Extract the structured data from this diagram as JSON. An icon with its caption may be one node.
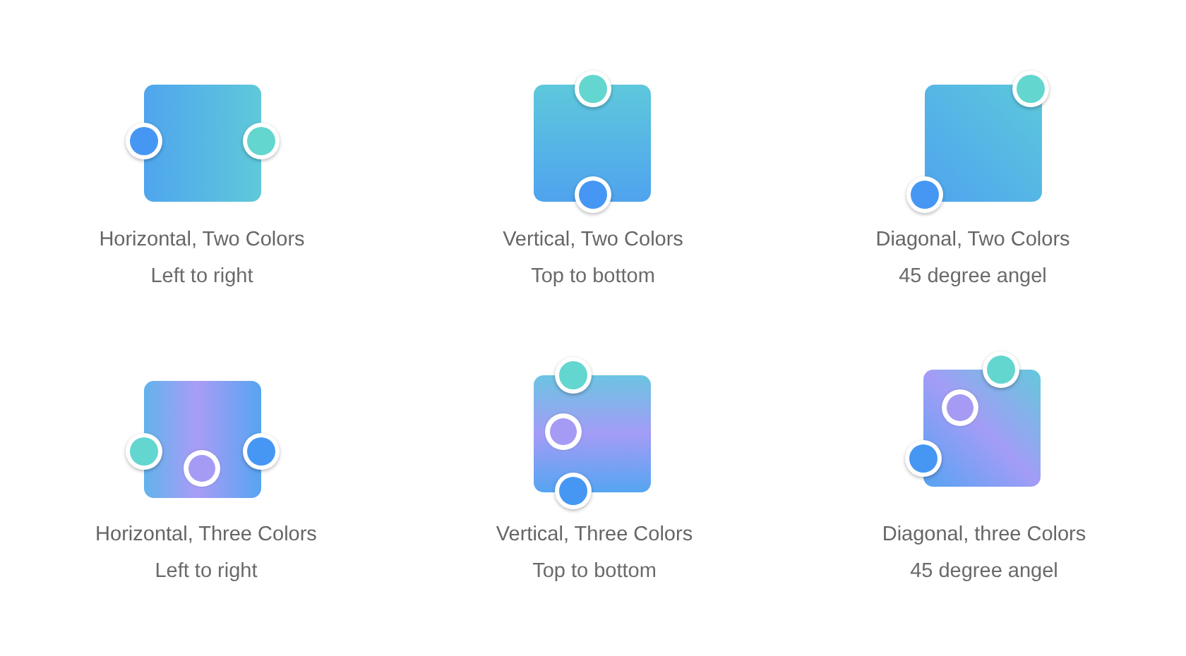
{
  "diagram": {
    "nodes": [
      {
        "text": [
          "Horizontal, Two Colors",
          "Left to right"
        ]
      },
      {
        "text": [
          "Vertical, Two Colors",
          "Top to bottom"
        ]
      },
      {
        "text": [
          "Diagonal, Two Colors",
          "45 degree angel"
        ]
      },
      {
        "text": [
          "Horizontal, Three Colors",
          "Left to right"
        ]
      },
      {
        "text": [
          "Vertical, Three Colors",
          "Top to bottom"
        ]
      },
      {
        "text": [
          "Diagonal, three Colors",
          "45 degree angel"
        ]
      }
    ]
  }
}
